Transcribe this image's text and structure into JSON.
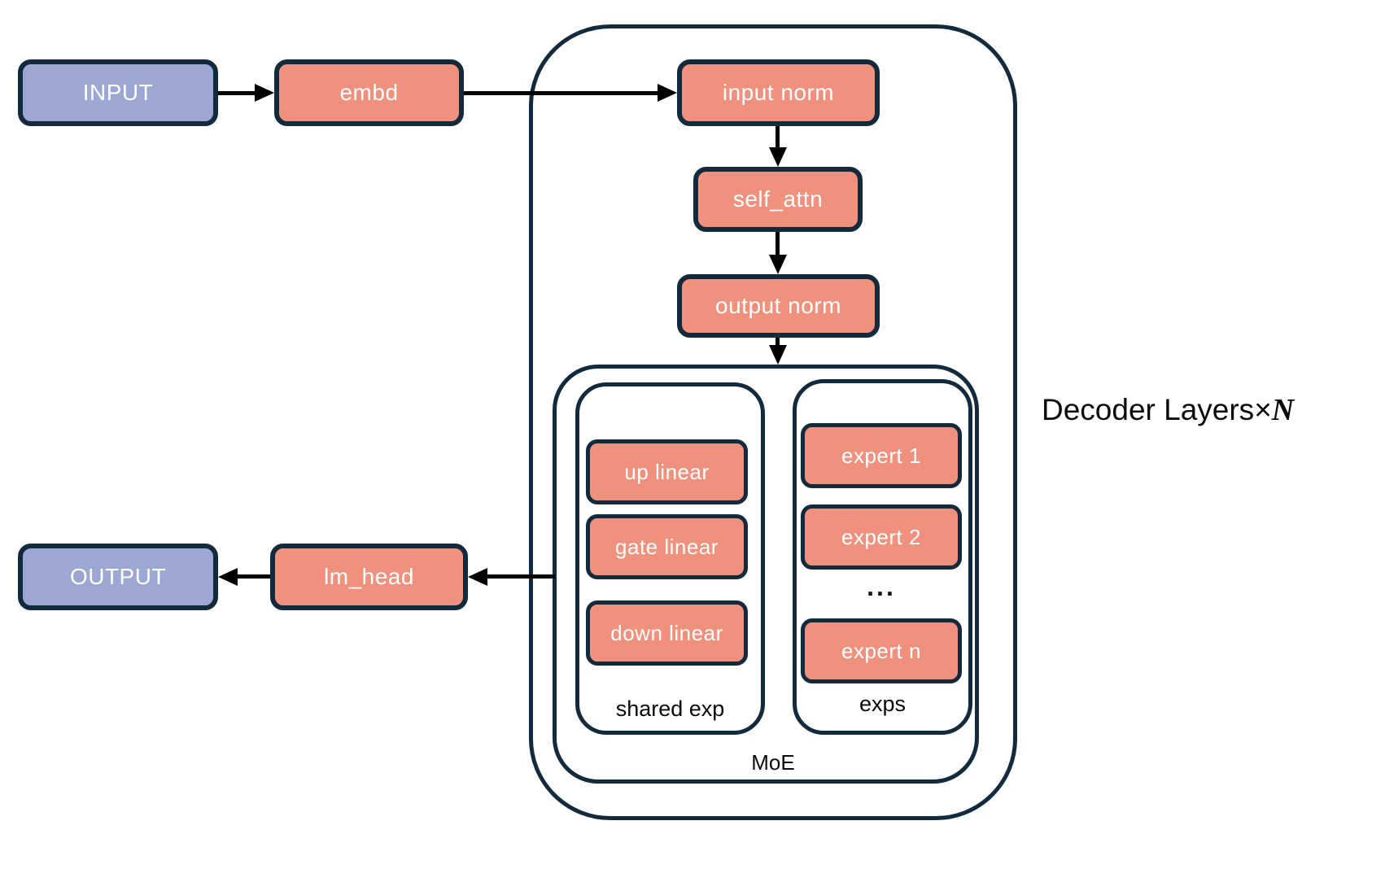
{
  "diagram": {
    "title": {
      "text": "Decoder Layers",
      "times": "×",
      "n": "N"
    },
    "nodes": {
      "input": "INPUT",
      "embd": "embd",
      "input_norm": "input norm",
      "self_attn": "self_attn",
      "output_norm": "output norm",
      "up_linear": "up linear",
      "gate_linear": "gate linear",
      "down_linear": "down linear",
      "expert_1": "expert 1",
      "expert_2": "expert 2",
      "expert_ellipsis": "...",
      "expert_n": "expert n",
      "lm_head": "lm_head",
      "output": "OUTPUT"
    },
    "labels": {
      "shared_exp": "shared exp",
      "exps": "exps",
      "moe": "MoE"
    },
    "colors": {
      "box_fill": "#F0917E",
      "io_fill": "#9CA7D3",
      "border": "#13293C",
      "arrow": "#000000",
      "box_text": "#FFFFFF",
      "label_text": "#0B0B0B"
    }
  }
}
